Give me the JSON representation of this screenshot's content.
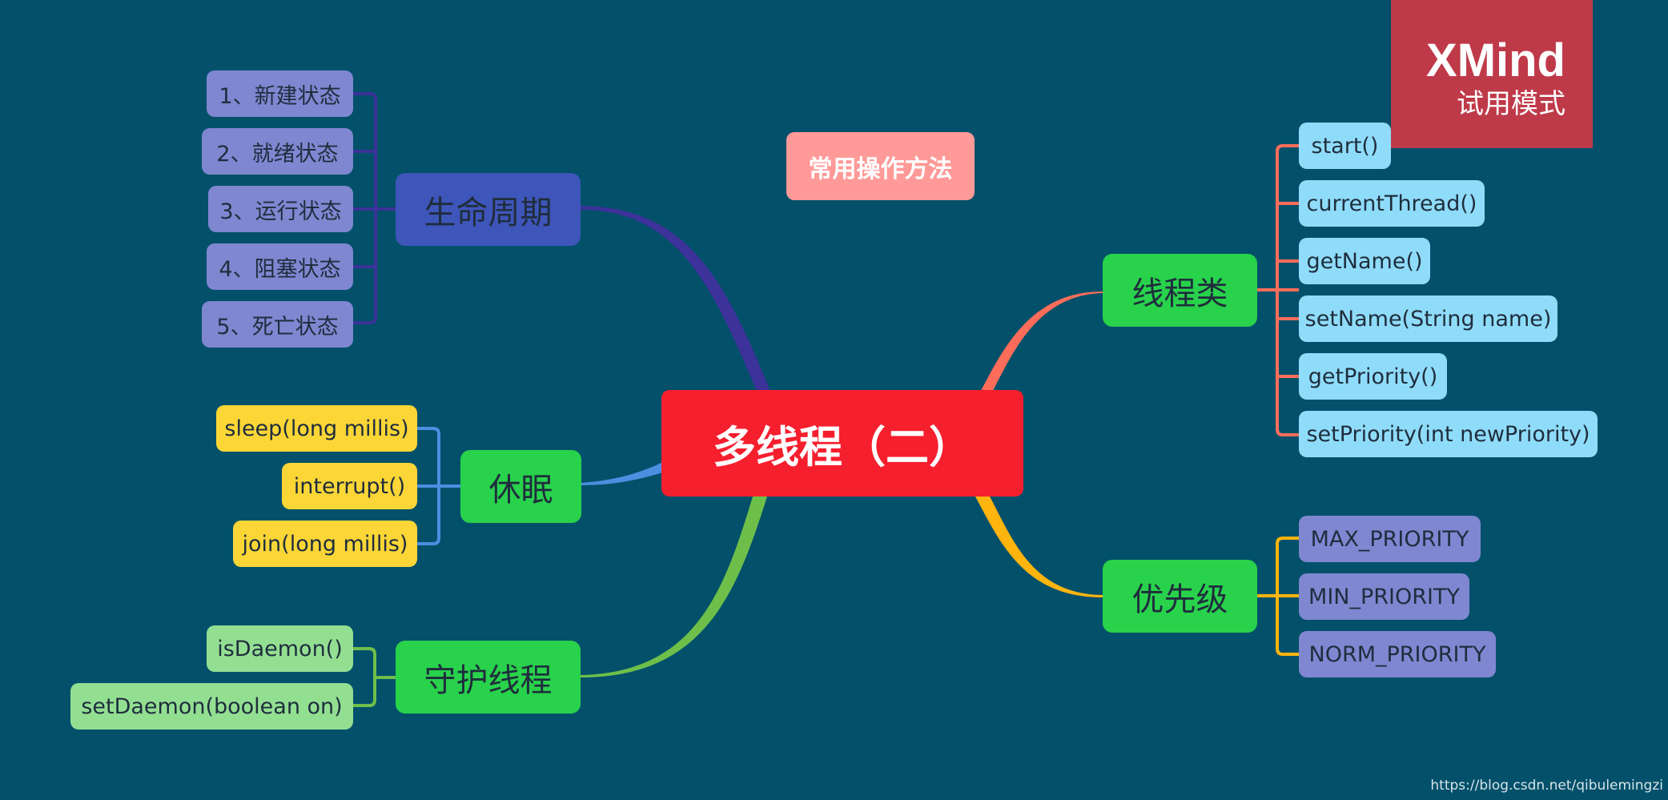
{
  "root": {
    "label": "多线程（二）"
  },
  "floating_topic": "常用操作方法",
  "watermark": {
    "line1": "XMind",
    "line2": "试用模式"
  },
  "source_url": "https://blog.csdn.net/qibulemingzi",
  "colors": {
    "background": "#02506a",
    "root": "#f61f2e",
    "lifecycle": "#3e55b9",
    "lifecycle_items": "#7f87d1",
    "lifecycle_line": "#3c3299",
    "sleep": "#28d24b",
    "sleep_items": "#fbd636",
    "sleep_line": "#4a8fe0",
    "daemon": "#28d24b",
    "daemon_items": "#93df92",
    "daemon_line": "#6ebf4a",
    "thread": "#28d24b",
    "thread_items": "#8fdcfa",
    "thread_line": "#ff6d5a",
    "priority": "#28d24b",
    "priority_items": "#7f87d1",
    "priority_line": "#ffb40e",
    "floating": "#ff9a98",
    "watermark": "#bf3a49"
  },
  "branches": {
    "lifecycle": {
      "label": "生命周期",
      "children": [
        "1、新建状态",
        "2、就绪状态",
        "3、运行状态",
        "4、阻塞状态",
        "5、死亡状态"
      ]
    },
    "sleep": {
      "label": "休眠",
      "children": [
        "sleep(long millis)",
        "interrupt()",
        "join(long millis)"
      ]
    },
    "daemon": {
      "label": "守护线程",
      "children": [
        "isDaemon()",
        "setDaemon(boolean on)"
      ]
    },
    "thread": {
      "label": "线程类",
      "children": [
        "start()",
        "currentThread()",
        "getName()",
        "setName(String name)",
        "getPriority()",
        "setPriority(int newPriority)"
      ]
    },
    "priority": {
      "label": "优先级",
      "children": [
        "MAX_PRIORITY",
        "MIN_PRIORITY",
        "NORM_PRIORITY"
      ]
    }
  }
}
